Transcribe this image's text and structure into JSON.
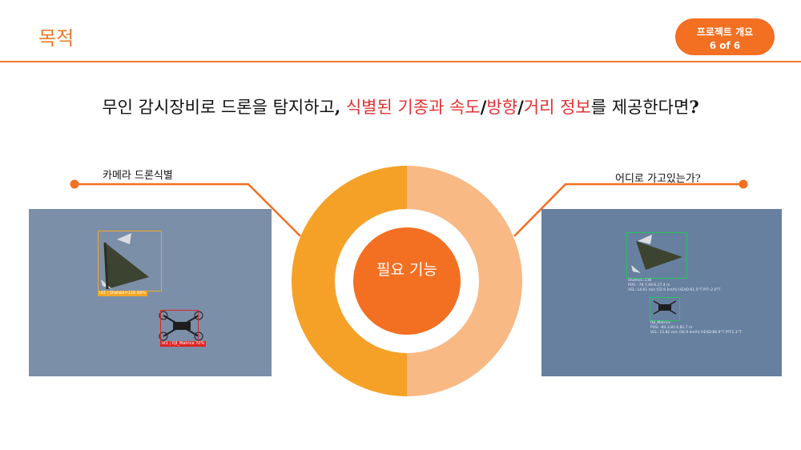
{
  "header": {
    "title": "목적",
    "badge": {
      "line1": "프로젝트 개요",
      "line2": "6 of 6"
    }
  },
  "headline": {
    "part1": "무인 감시장비로 드론을 탐지하고",
    "comma": ",",
    "highlight1": " 식별된 기종과 속도",
    "slash1": "/",
    "highlight2": "방향",
    "slash2": "/",
    "highlight3": "거리 정보",
    "part2": "를 제공한다면",
    "qmark": "?"
  },
  "center": {
    "label": "필요 기능"
  },
  "left_panel": {
    "callout": "카메라 드론식별",
    "detections": [
      {
        "label": "id2 | Shahed=136 99%",
        "color": "#f5a623"
      },
      {
        "label": "id1 | DJI_Matrice 70%",
        "color": "#e02424"
      }
    ]
  },
  "right_panel": {
    "callout": "어디로 가고있는가?",
    "detections": [
      {
        "label": "Shahed=136",
        "pos": "POS: -78.7,49.6,17.4 m",
        "vel": "VEL: 14.61 m/s (52.6 km/h)   HEAD:61.5°T   PIT:-2.0°T"
      },
      {
        "label": "DJI_Matrice",
        "pos": "POS: -84.3,81.6,81.7 m",
        "vel": "VEL: 15.82 m/s (56.9 km/h)   HEAD:86.9°T   PIT:5.1°T"
      }
    ],
    "box_color": "#22c55e"
  },
  "colors": {
    "accent": "#f36f21",
    "ring_dark": "#f5a128",
    "ring_light": "#f9b985",
    "highlight_text": "#e03232"
  }
}
